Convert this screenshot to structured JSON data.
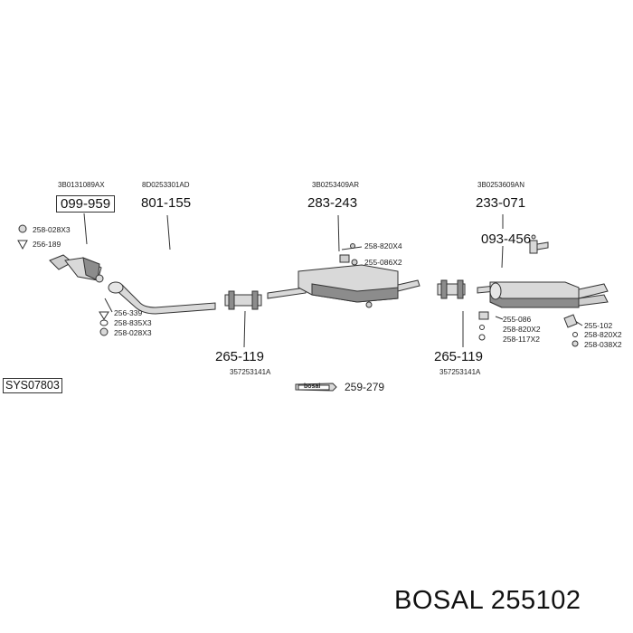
{
  "system_code": "SYS07803",
  "footer": "BOSAL 255102",
  "logo_text": "bosal",
  "parts": {
    "p1": {
      "oem": "3B0131089AX",
      "number": "099-959",
      "fittings": [
        "258-028X3",
        "256-189"
      ]
    },
    "p2": {
      "oem": "8D0253301AD",
      "number": "801-155",
      "fittings": [
        "256-339",
        "258-835X3",
        "258-028X3"
      ]
    },
    "p3": {
      "oem": "3B0253409AR",
      "number": "283-243",
      "fittings": [
        "258-820X4",
        "255-086X2"
      ]
    },
    "p4": {
      "oem": "3B0253609AN",
      "number": "233-071",
      "hanger": "093-456",
      "fittings": [
        "255-086",
        "258-820X2",
        "258-117X2"
      ],
      "rear_fittings": [
        "255-102",
        "258-820X2",
        "258-038X2"
      ]
    },
    "clamp1": {
      "number": "265-119",
      "oem": "357253141A"
    },
    "clamp2": {
      "number": "265-119",
      "oem": "357253141A"
    },
    "paste": {
      "number": "259-279"
    }
  },
  "colors": {
    "line": "#333333",
    "part_fill": "#d9d9d9",
    "part_shade": "#8c8c8c"
  }
}
